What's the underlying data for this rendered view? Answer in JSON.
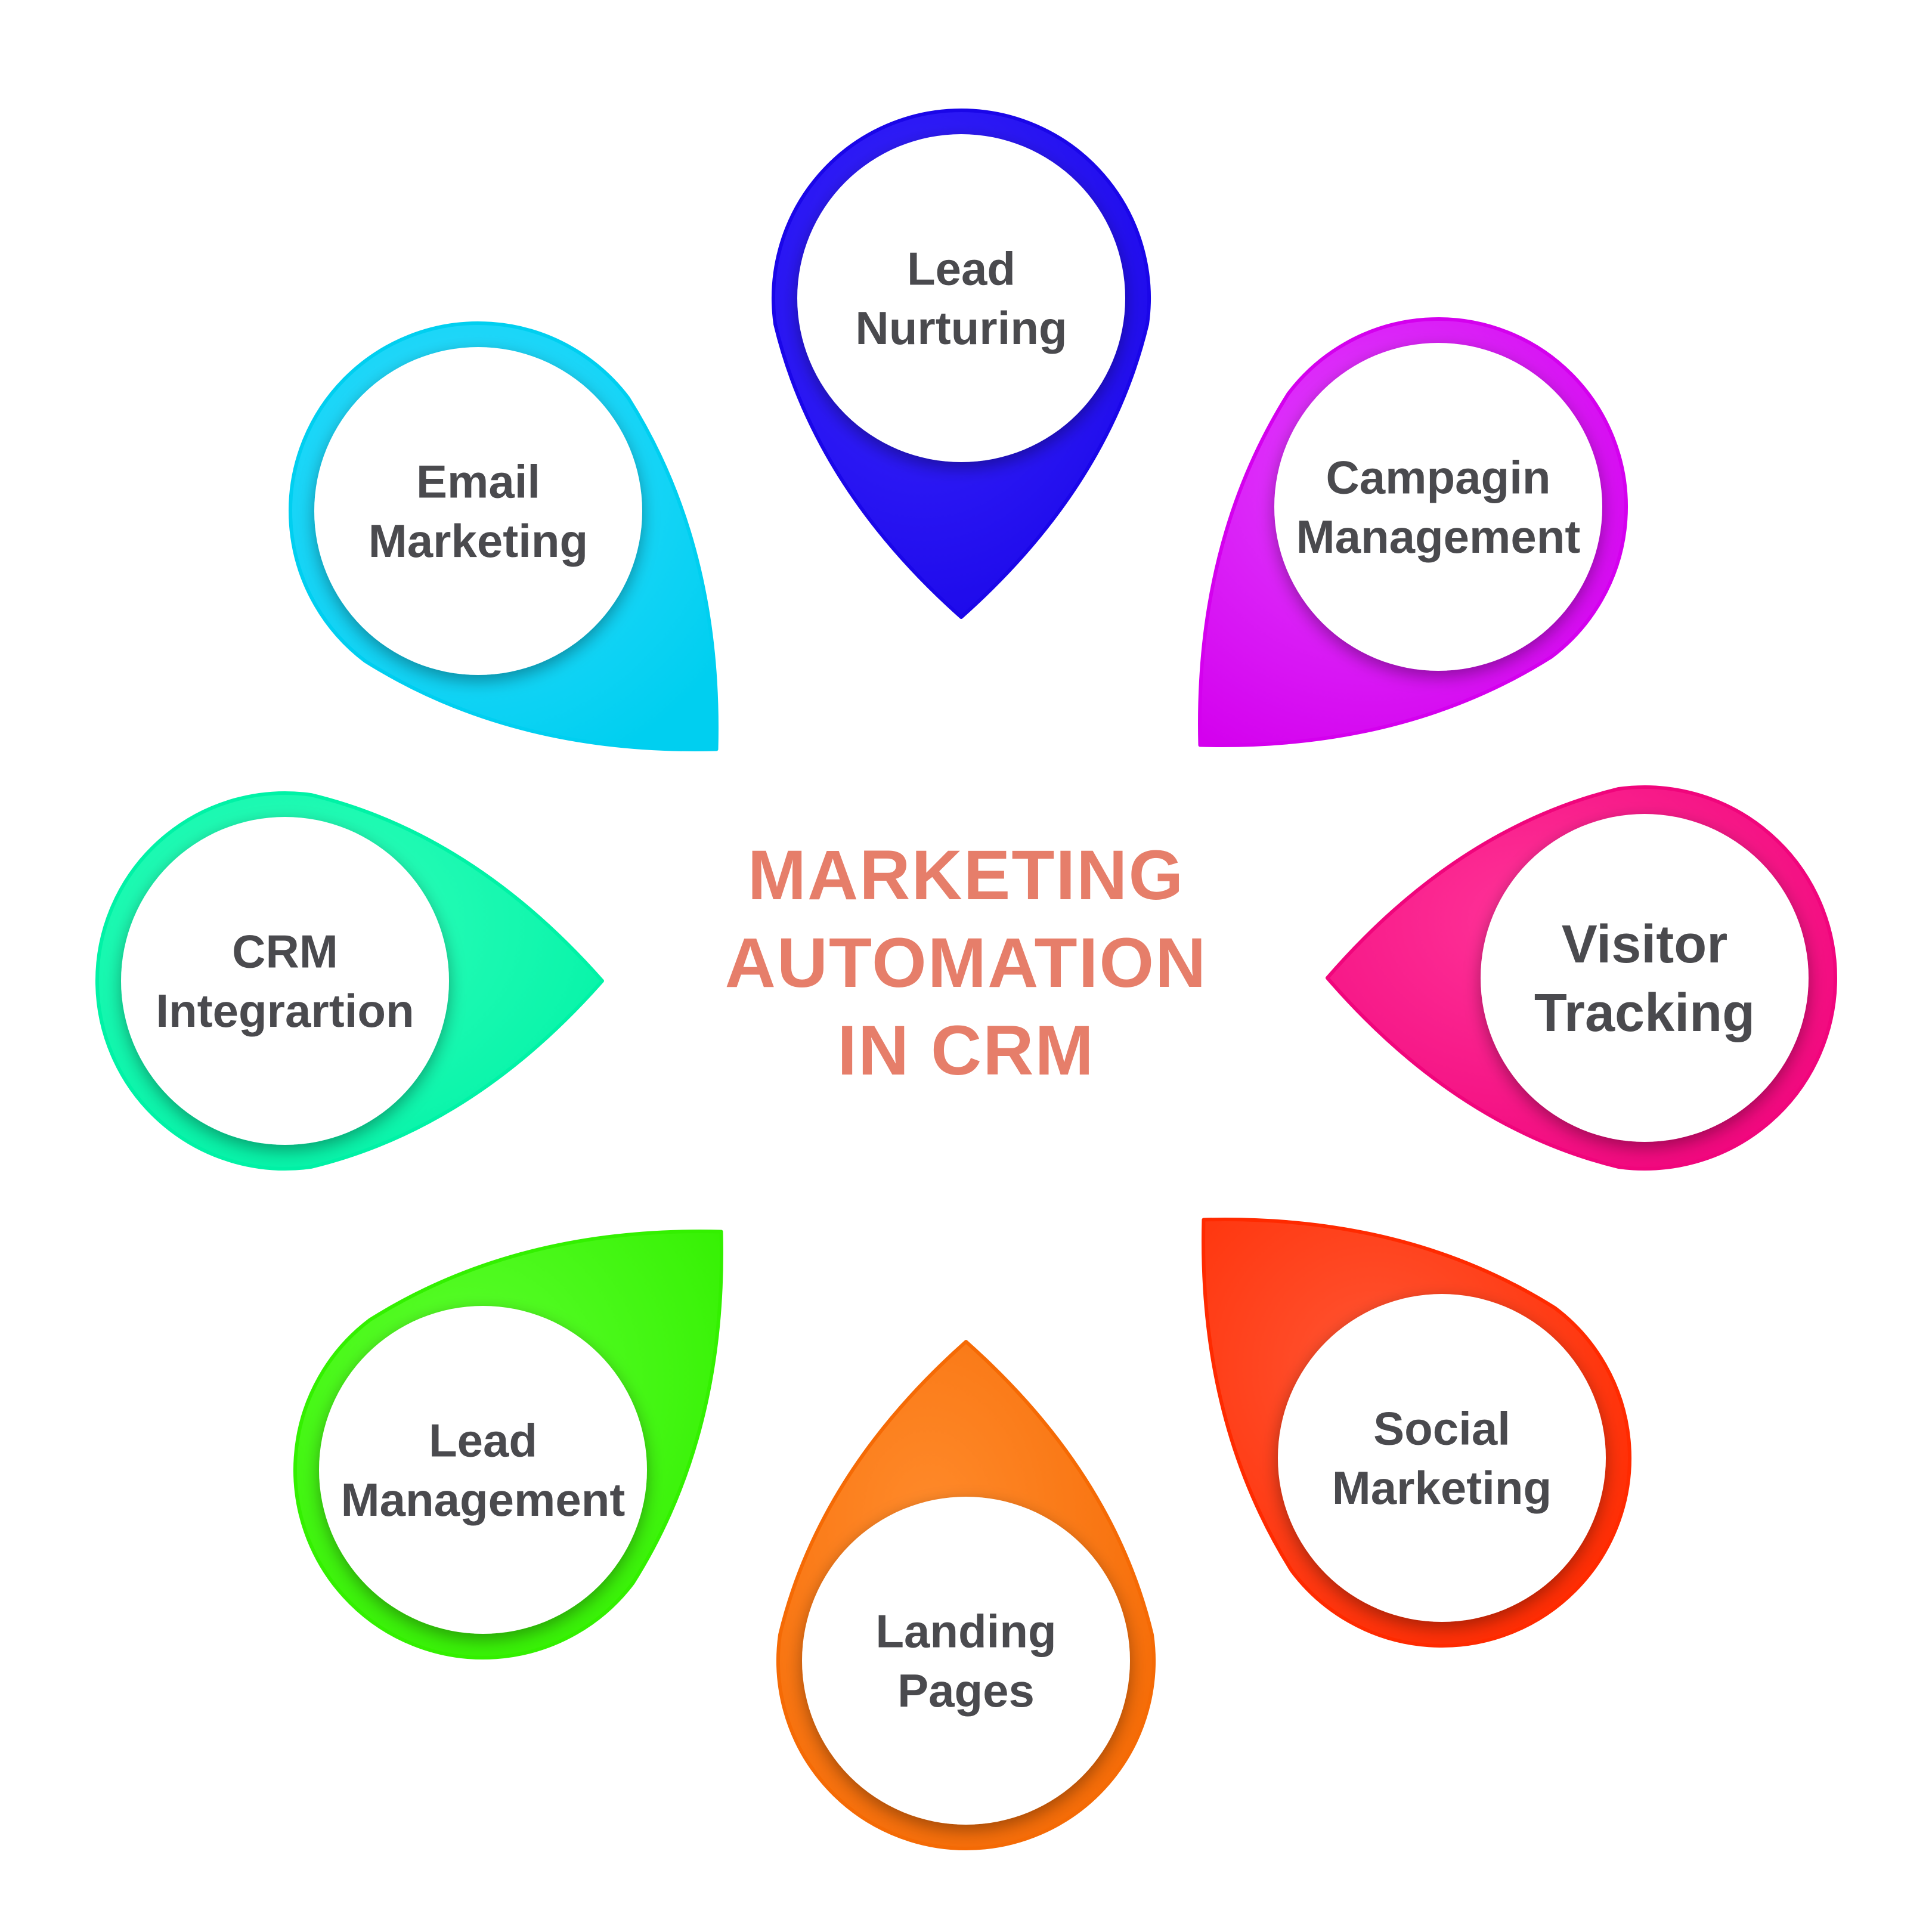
{
  "title": {
    "lines": [
      "MARKETING",
      "AUTOMATION",
      "IN CRM"
    ],
    "color": "#e67e6a"
  },
  "label_color": "#4a4a4e",
  "petals": [
    {
      "id": "lead-nurturing",
      "lines": [
        "Lead",
        "Nurturing"
      ],
      "color": "#1a06e8",
      "color_light": "#3a28ff",
      "pointing": "down"
    },
    {
      "id": "campaign-management",
      "lines": [
        "Campagin",
        "Management"
      ],
      "color": "#d400ee",
      "color_light": "#e040ff",
      "pointing": "bottom-left"
    },
    {
      "id": "visitor-tracking",
      "lines": [
        "Visitor",
        "Tracking"
      ],
      "color": "#f0057c",
      "color_light": "#ff3398",
      "pointing": "left"
    },
    {
      "id": "social-marketing",
      "lines": [
        "Social",
        "Marketing"
      ],
      "color": "#ff2a00",
      "color_light": "#ff5533",
      "pointing": "top-left"
    },
    {
      "id": "landing-pages",
      "lines": [
        "Landing",
        "Pages"
      ],
      "color": "#f56a05",
      "color_light": "#ff8a2a",
      "pointing": "up"
    },
    {
      "id": "lead-management",
      "lines": [
        "Lead",
        "Management"
      ],
      "color": "#33f000",
      "color_light": "#5cff2e",
      "pointing": "top-right"
    },
    {
      "id": "crm-integration",
      "lines": [
        "CRM",
        "Integrartion"
      ],
      "color": "#00f2a6",
      "color_light": "#33ffbb",
      "pointing": "right"
    },
    {
      "id": "email-marketing",
      "lines": [
        "Email",
        "Marketing"
      ],
      "color": "#00cff0",
      "color_light": "#33dcff",
      "pointing": "bottom-right"
    }
  ]
}
